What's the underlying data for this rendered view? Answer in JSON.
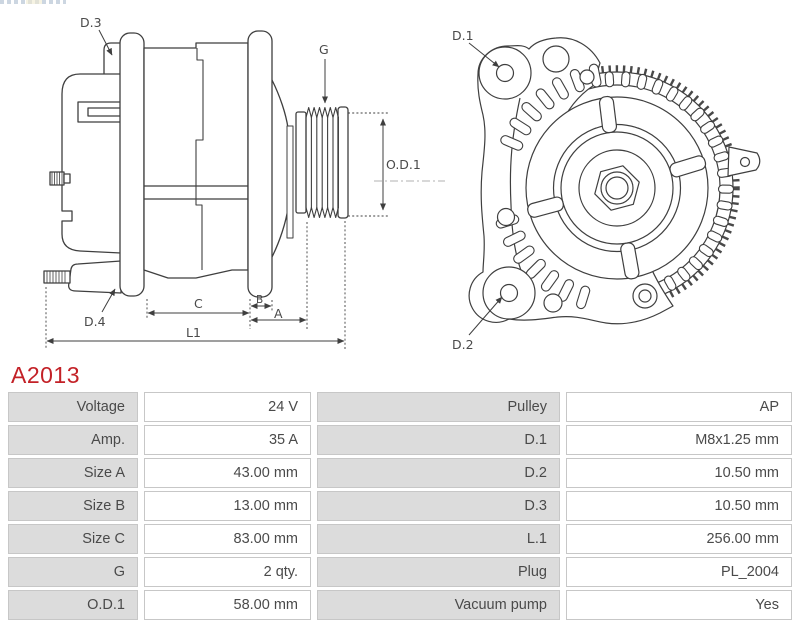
{
  "title": {
    "text": "A2013",
    "color": "#c32127"
  },
  "drawing": {
    "line_color": "#3f3f3f",
    "label_color": "#4a4a4a",
    "labels": {
      "d3": "D.3",
      "g": "G",
      "od1": "O.D.1",
      "d4": "D.4",
      "c": "C",
      "b": "B",
      "a": "A",
      "l1": "L1",
      "d1": "D.1",
      "d2": "D.2"
    }
  },
  "spec_table": {
    "header_bg": "#dcdcdc",
    "cell_border": "#c7c7c7",
    "text_color": "#4a4a4a",
    "rows": [
      {
        "label": "Voltage",
        "value": "24 V",
        "label2": "Pulley",
        "value2": "AP"
      },
      {
        "label": "Amp.",
        "value": "35 A",
        "label2": "D.1",
        "value2": "M8x1.25 mm"
      },
      {
        "label": "Size A",
        "value": "43.00 mm",
        "label2": "D.2",
        "value2": "10.50 mm"
      },
      {
        "label": "Size B",
        "value": "13.00 mm",
        "label2": "D.3",
        "value2": "10.50 mm"
      },
      {
        "label": "Size C",
        "value": "83.00 mm",
        "label2": "L.1",
        "value2": "256.00 mm"
      },
      {
        "label": "G",
        "value": "2 qty.",
        "label2": "Plug",
        "value2": "PL_2004"
      },
      {
        "label": "O.D.1",
        "value": "58.00 mm",
        "label2": "Vacuum pump",
        "value2": "Yes"
      }
    ]
  }
}
